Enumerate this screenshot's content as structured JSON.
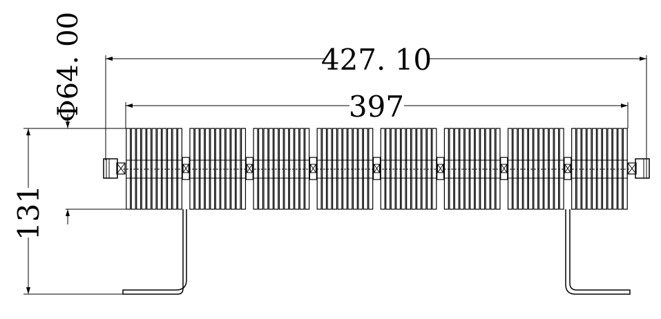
{
  "drawing": {
    "dimensions": {
      "overall_length": "427. 10",
      "fin_length": "397",
      "diameter": "Φ64. 00",
      "height": "131"
    },
    "fins": {
      "segment_count": 8,
      "fins_per_segment": 11
    },
    "support_brackets": 2,
    "colors": {
      "line": "#000000",
      "background": "#ffffff"
    }
  }
}
